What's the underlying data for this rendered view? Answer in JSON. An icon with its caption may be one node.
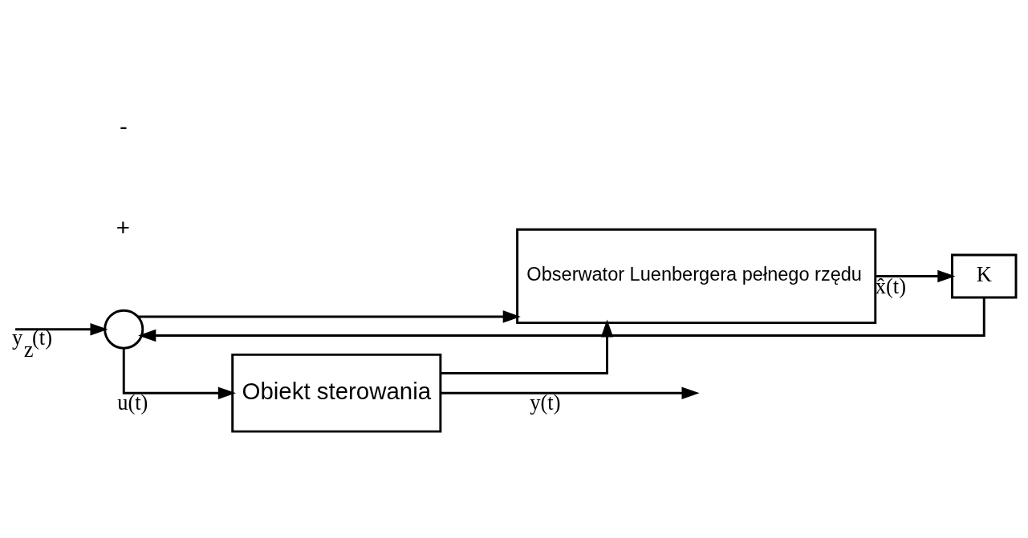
{
  "diagram": {
    "nodes": [
      {
        "text": [],
        "shape": "circle"
      },
      {
        "text": [
          "Obiekt sterowania"
        ]
      },
      {
        "text": [
          "Obserwator Luenbergera pełnego rzędu"
        ]
      },
      {
        "text": [
          "K"
        ]
      }
    ],
    "edges": [
      {
        "from": null,
        "to": 0,
        "arrow": "to",
        "label": "y$_{z}$(t)"
      },
      {
        "from": 0,
        "to": 1,
        "arrow": "to",
        "label": "u(t)"
      },
      {
        "from": 0,
        "to": 2,
        "arrow": "to"
      },
      {
        "from": 1,
        "to": null,
        "arrow": "to",
        "label": "y(t)"
      },
      {
        "from": 1,
        "to": 2,
        "arrow": "to"
      },
      {
        "from": 2,
        "to": 3,
        "arrow": "to",
        "label": "x̂(t)"
      },
      {
        "from": 3,
        "to": 0,
        "arrow": "to"
      }
    ],
    "labels": [
      "+",
      "-"
    ]
  }
}
